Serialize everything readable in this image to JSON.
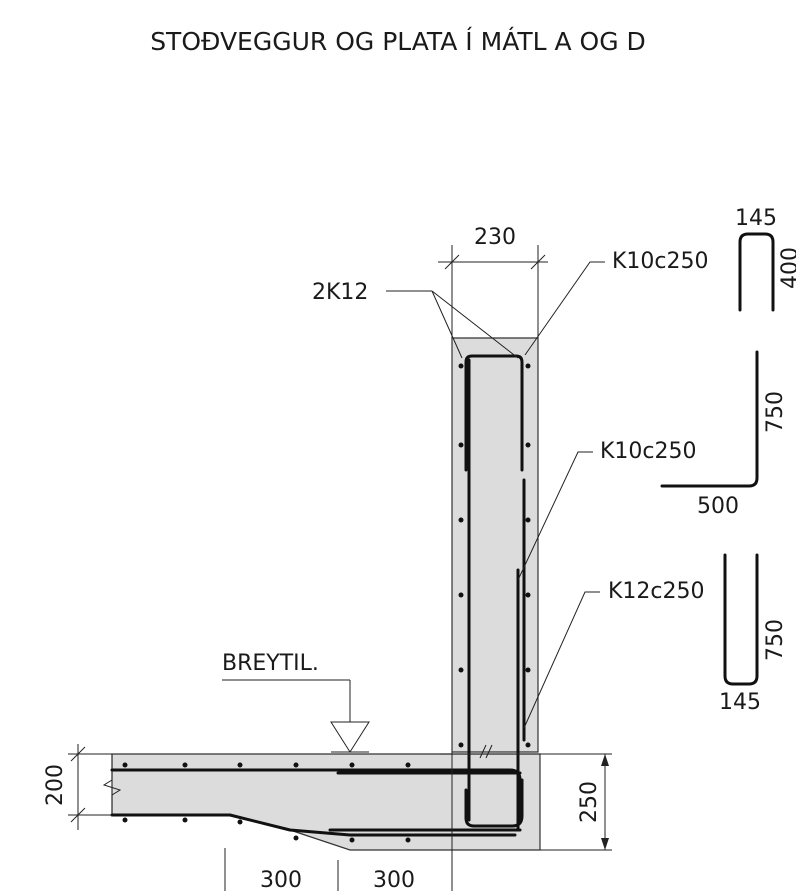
{
  "title": "STOÐVEGGUR OG PLATA Í MÁTL A OG D",
  "labels": {
    "top_bars": "2K12",
    "wall_width": "230",
    "slab_thickness": "200",
    "footing_depth": "250",
    "haunch_left": "300",
    "haunch_right": "300",
    "change_marker": "BREYTIL."
  },
  "rebar_schedule": [
    {
      "label": "K10c250",
      "dims": [
        "145",
        "400"
      ]
    },
    {
      "label": "K10c250",
      "dims": [
        "750",
        "500"
      ]
    },
    {
      "label": "K12c250",
      "dims": [
        "750",
        "145"
      ]
    }
  ],
  "colors": {
    "concrete": "#dcdcdc",
    "rebar": "#111111",
    "line": "#222222"
  }
}
